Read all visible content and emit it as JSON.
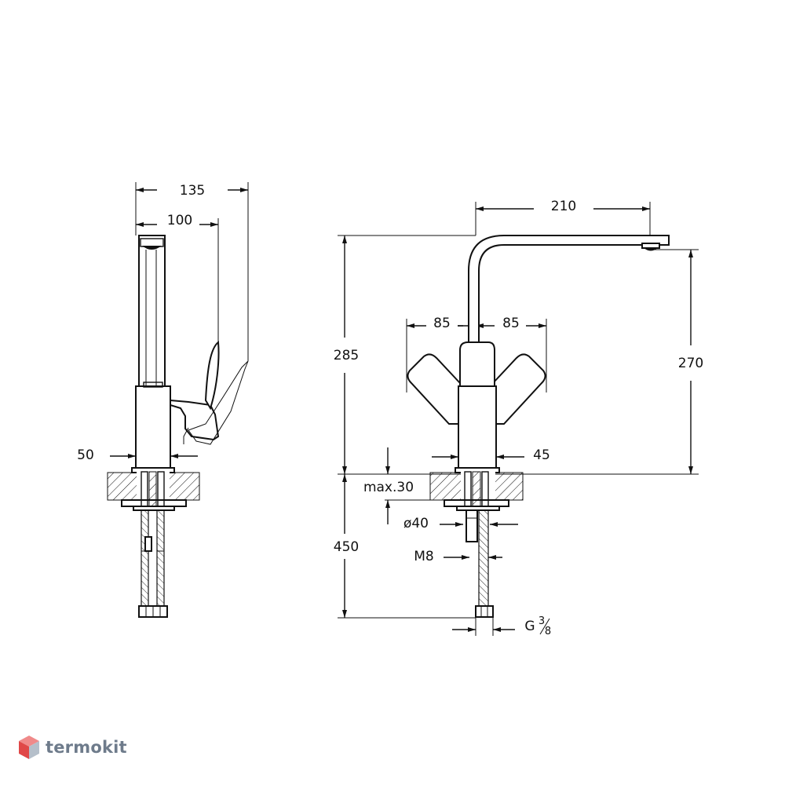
{
  "diagram": {
    "side_view": {
      "overall_depth": "135",
      "spout_reach": "100",
      "base_diameter": "50"
    },
    "front_view": {
      "spout_projection": "210",
      "overall_height": "285",
      "spout_height": "270",
      "handle_left_swing": "85",
      "handle_right_swing": "85",
      "body_diameter": "45",
      "max_counter_thickness": "max.30",
      "hole_diameter": "ø40",
      "stud_thread": "M8",
      "hose_length": "450",
      "connection_thread_prefix": "G",
      "connection_thread_numerator": "3",
      "connection_thread_denominator": "8"
    }
  },
  "watermark": {
    "text": "termokit",
    "colors": {
      "top": "#f08a8a",
      "left": "#e04848",
      "right": "#b5bfca"
    }
  }
}
